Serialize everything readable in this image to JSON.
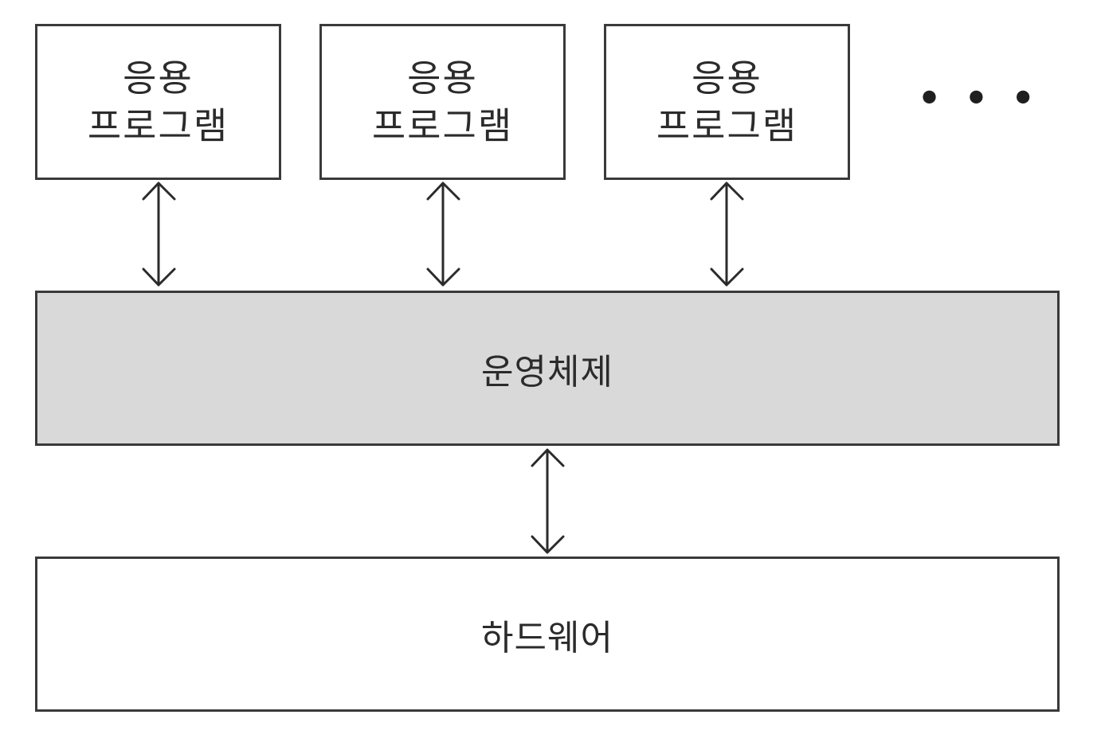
{
  "diagram": {
    "apps": [
      {
        "line1": "응용",
        "line2": "프로그램"
      },
      {
        "line1": "응용",
        "line2": "프로그램"
      },
      {
        "line1": "응용",
        "line2": "프로그램"
      }
    ],
    "ellipsis": "• • •",
    "os_label": "운영체제",
    "hardware_label": "하드웨어",
    "colors": {
      "os_fill": "#d9d9d9",
      "border": "#3a3a3a"
    }
  }
}
